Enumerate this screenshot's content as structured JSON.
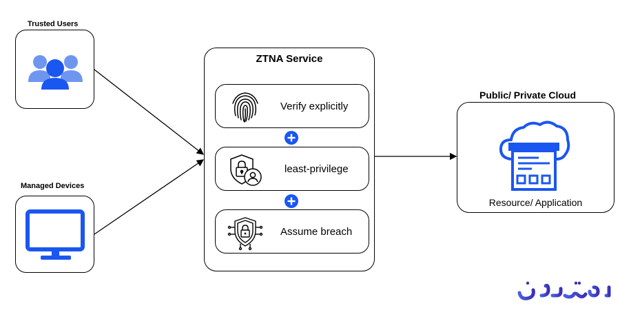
{
  "sources": {
    "users_label": "Trusted Users",
    "devices_label": "Managed Devices"
  },
  "ztna": {
    "title": "ZTNA Service",
    "steps": [
      {
        "label": "Verify explicitly",
        "icon": "fingerprint-icon"
      },
      {
        "label": "least-privilege",
        "icon": "lock-shield-user-icon"
      },
      {
        "label": "Assume breach",
        "icon": "shield-lock-circuit-icon"
      }
    ],
    "connector_icon": "plus-circle-icon"
  },
  "destination": {
    "title": "Public/ Private Cloud",
    "label": "Resource/ Application",
    "icon": "cloud-server-icon"
  },
  "watermark": {
    "text": "ایران سرور"
  },
  "colors": {
    "accent_blue": "#1a56f0",
    "users_light_blue": "#6f96ef",
    "stroke": "#000000"
  }
}
